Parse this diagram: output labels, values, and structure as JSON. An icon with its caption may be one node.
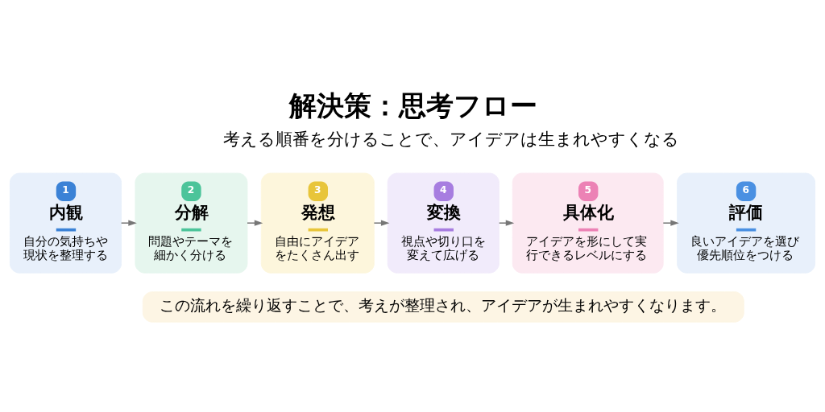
{
  "diagram": {
    "title": "解決策：思考フロー",
    "nodes": [
      {
        "text": [
          "1",
          "内観",
          "自分の気持ちや現状を整理する"
        ]
      },
      {
        "text": [
          "2",
          "分解",
          "問題やテーマを細かく分ける"
        ]
      },
      {
        "text": [
          "3",
          "発想",
          "自由にアイデアをたくさん出す"
        ]
      },
      {
        "text": [
          "4",
          "変換",
          "視点や切り口を変えて広げる"
        ]
      },
      {
        "text": [
          "5",
          "具体化",
          "アイデアを形にして実行できるレベルにする"
        ]
      },
      {
        "text": [
          "6",
          "評価",
          "良いアイデアを選び優先順位をつける"
        ]
      }
    ],
    "edges": [
      {
        "from": 0,
        "to": 1,
        "arrow": "to"
      },
      {
        "from": 1,
        "to": 2,
        "arrow": "to"
      },
      {
        "from": 2,
        "to": 3,
        "arrow": "to"
      },
      {
        "from": 3,
        "to": 4,
        "arrow": "to"
      },
      {
        "from": 4,
        "to": 5,
        "arrow": "to"
      }
    ],
    "labels": [
      "考える順番を分けることで、アイデアは生まれやすくなる",
      "この流れを繰り返すことで、考えが整理され、アイデアが生まれやすくなります。"
    ]
  }
}
